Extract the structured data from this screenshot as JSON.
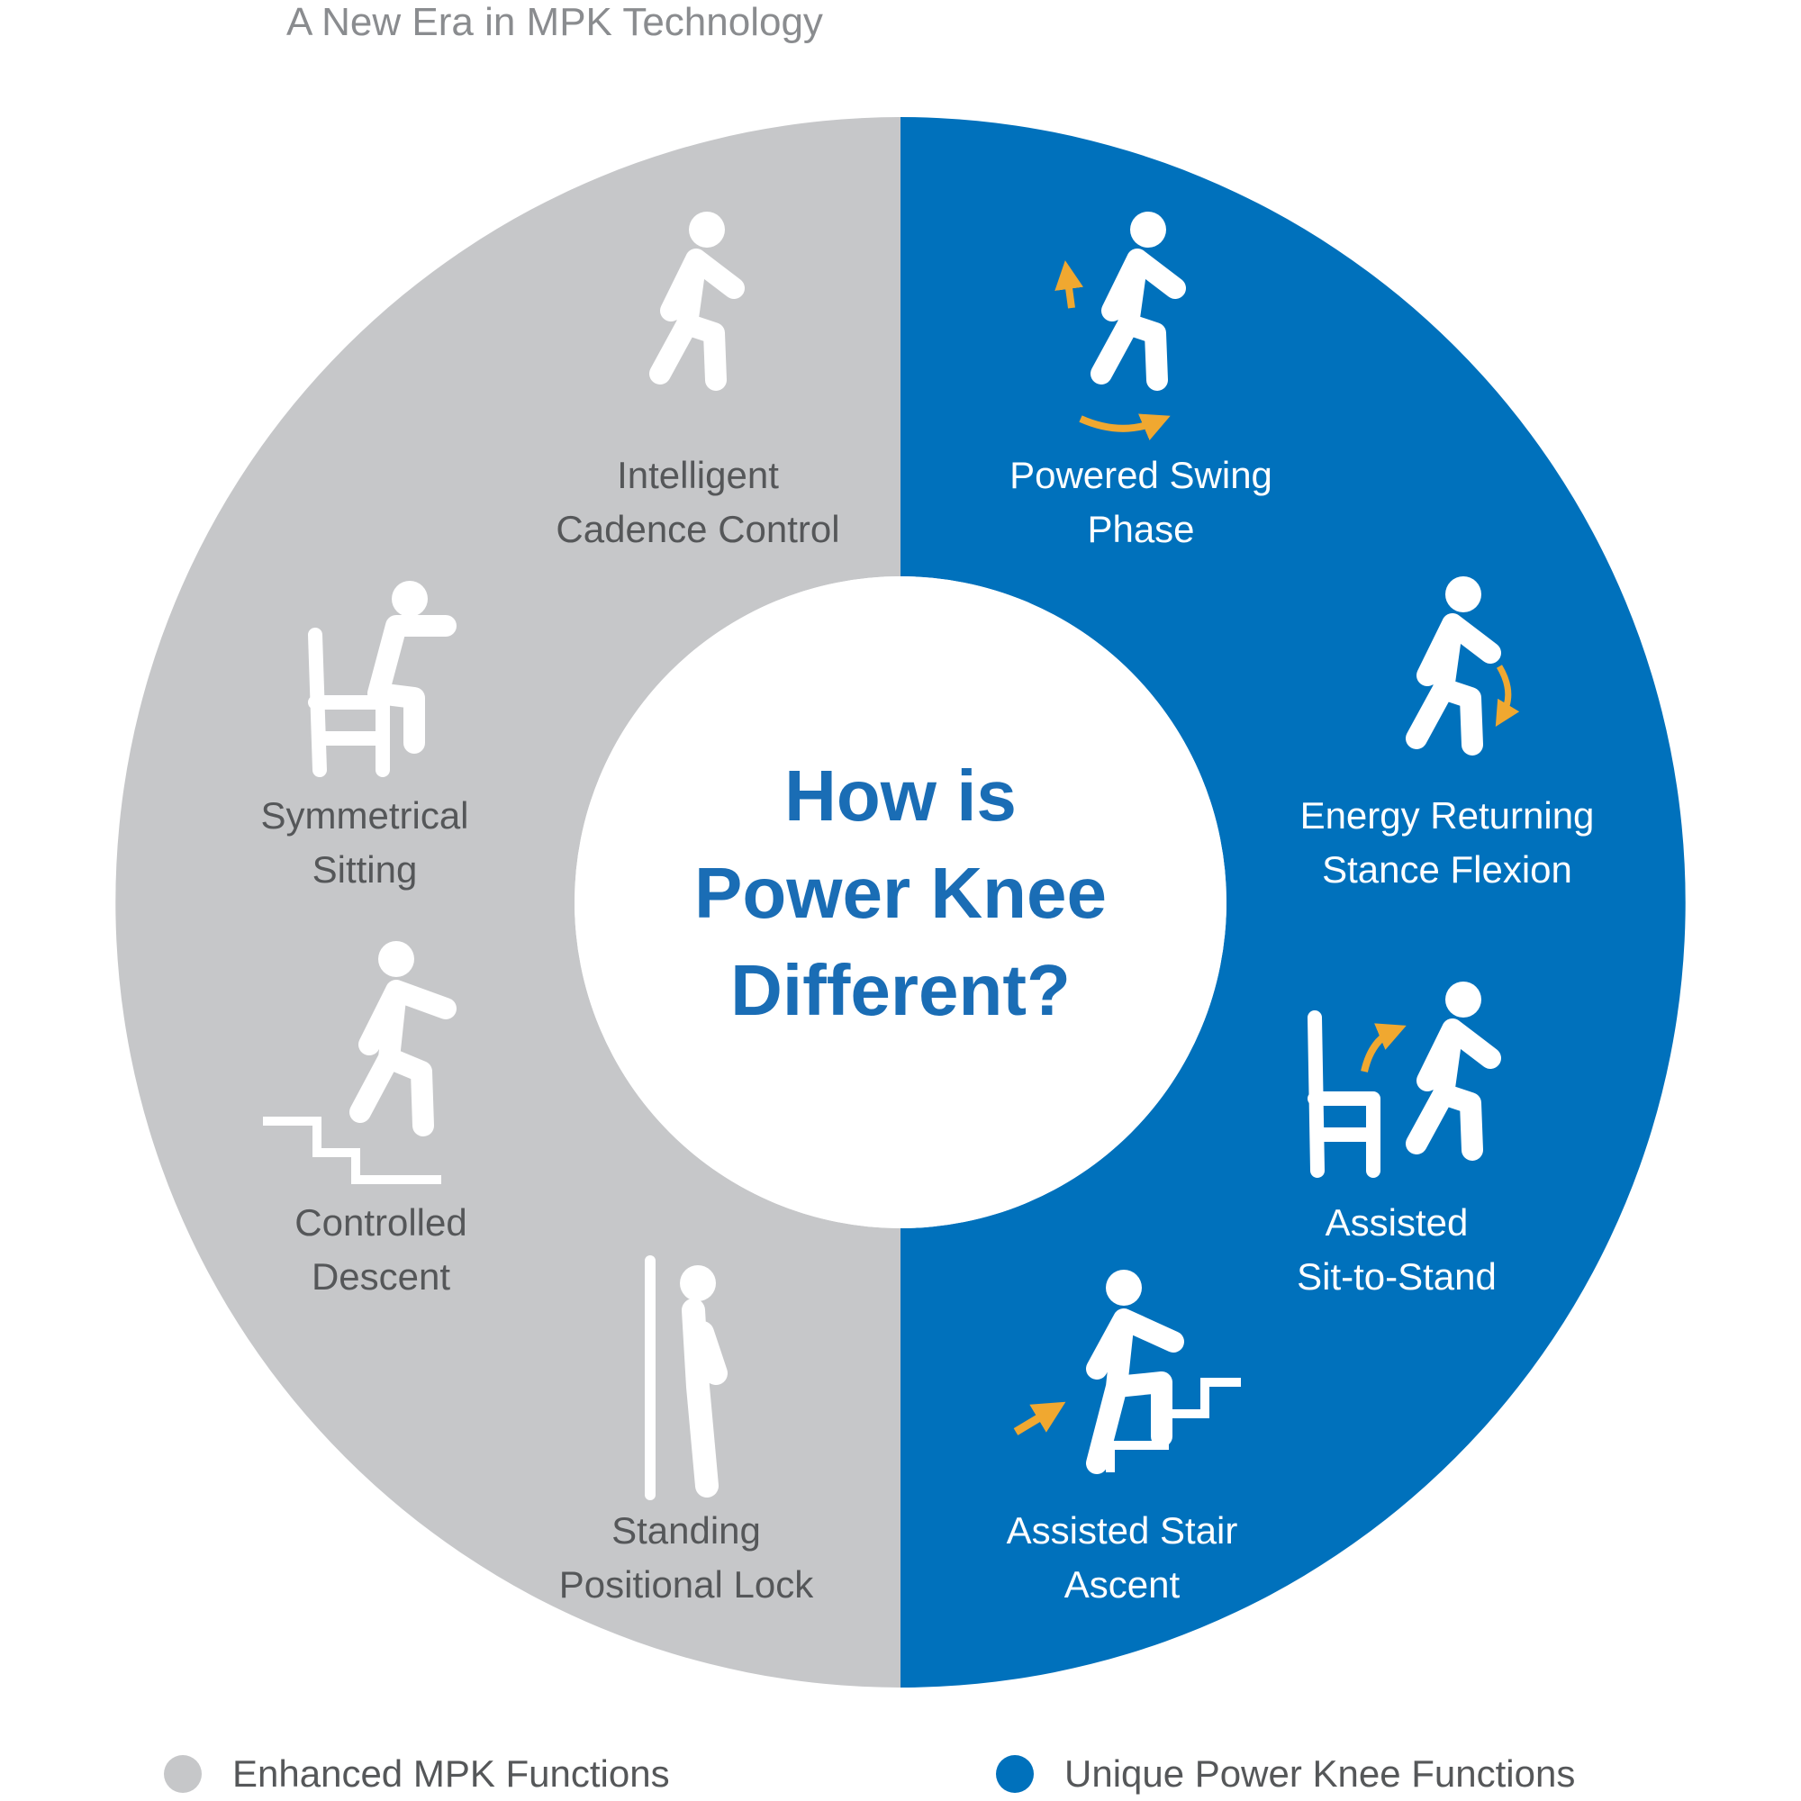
{
  "header": {
    "title": "A New Era in MPK Technology"
  },
  "colors": {
    "enhanced": "#c6c7c9",
    "unique": "#0071bc",
    "center_text": "#1a6db5",
    "accent_arrow": "#f0a830"
  },
  "center": {
    "lines": [
      "How is",
      "Power Knee",
      "Different?"
    ]
  },
  "enhanced_functions": [
    {
      "line1": "Intelligent",
      "line2": "Cadence Control",
      "icon": "walking-person-icon"
    },
    {
      "line1": "Symmetrical",
      "line2": "Sitting",
      "icon": "sitting-person-icon"
    },
    {
      "line1": "Controlled",
      "line2": "Descent",
      "icon": "stair-descent-icon"
    },
    {
      "line1": "Standing",
      "line2": "Positional Lock",
      "icon": "standing-lock-icon"
    }
  ],
  "unique_functions": [
    {
      "line1": "Powered Swing",
      "line2": "Phase",
      "icon": "powered-swing-icon"
    },
    {
      "line1": "Energy Returning",
      "line2": "Stance Flexion",
      "icon": "stance-flexion-icon"
    },
    {
      "line1": "Assisted",
      "line2": "Sit-to-Stand",
      "icon": "sit-to-stand-icon"
    },
    {
      "line1": "Assisted Stair",
      "line2": "Ascent",
      "icon": "stair-ascent-icon"
    }
  ],
  "legend": [
    {
      "label": "Enhanced MPK Functions",
      "color": "#c6c7c9"
    },
    {
      "label": "Unique Power Knee Functions",
      "color": "#0071bc"
    }
  ]
}
